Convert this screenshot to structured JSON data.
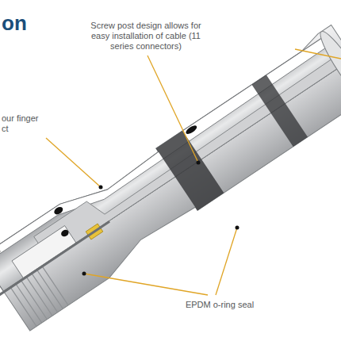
{
  "diagram": {
    "title": "on",
    "labels": [
      "Screw post design allows for easy installation of cable (11 series connectors)",
      "our finger ct",
      "EPDM o-ring seal"
    ]
  }
}
